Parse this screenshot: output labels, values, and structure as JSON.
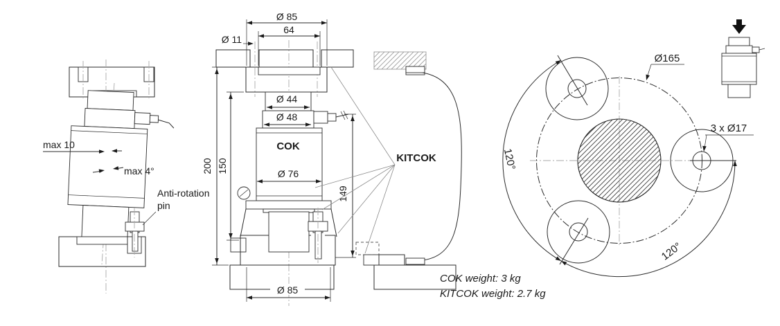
{
  "left_view": {
    "max_offset_label": "max 10",
    "max_angle_label": "max 4°",
    "anti_rotation_line1": "Anti-rotation",
    "anti_rotation_line2": "pin"
  },
  "section_view": {
    "dia_85_top": "Ø 85",
    "dim_64": "64",
    "dia_11": "Ø 11",
    "dia_44": "Ø 44",
    "dia_48": "Ø 48",
    "dim_200": "200",
    "dim_150": "150",
    "dim_149": "149",
    "product_label": "COK",
    "kit_label": "KITCOK",
    "dia_76": "Ø 76",
    "dia_85_bottom": "Ø 85"
  },
  "flange_view": {
    "bolt_circle_dia": "Ø165",
    "holes_label": "3 x Ø17",
    "angle_left": "120°",
    "angle_bottom": "120°"
  },
  "notes": {
    "cok_weight": "COK weight: 3 kg",
    "kitcok_weight": "KITCOK weight: 2.7 kg"
  },
  "colors": {
    "ink": "#1a1a1a",
    "centerline": "#a8a8a8"
  }
}
